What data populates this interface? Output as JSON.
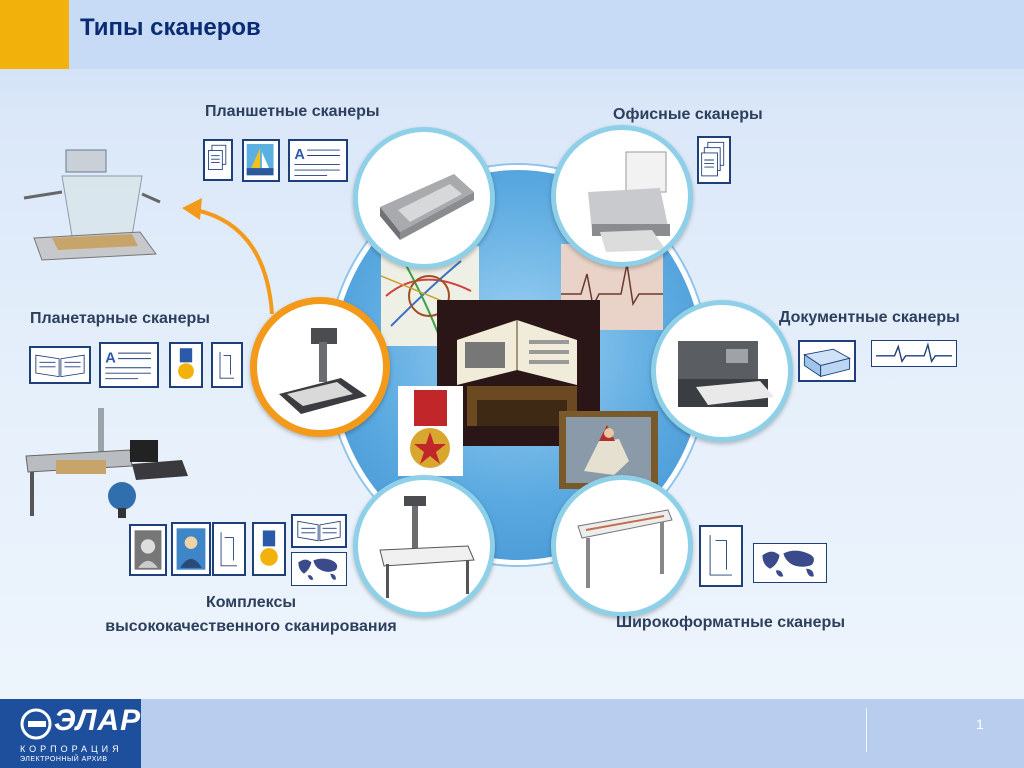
{
  "slide": {
    "title": "Типы сканеров",
    "page_number": "1"
  },
  "categories": {
    "flatbed": "Планшетные сканеры",
    "office": "Офисные сканеры",
    "planetary": "Планетарные сканеры",
    "document": "Документные сканеры",
    "complex_line1": "Комплексы",
    "complex_line2": "высококачественного сканирования",
    "wide": "Широкоформатные сканеры"
  },
  "logo": {
    "name": "ЭЛАР",
    "line1": "КОРПОРАЦИЯ",
    "line2": "ЭЛЕКТРОННЫЙ АРХИВ"
  },
  "colors": {
    "title": "#0b2c74",
    "accent": "#f3b10b",
    "selected_ring": "#f39a1a",
    "ring": "#8fd0e9"
  },
  "icons": [
    "document-stack-icon",
    "sailboat-picture-icon",
    "text-page-icon",
    "open-book-icon",
    "medal-icon",
    "technical-drawing-icon",
    "portrait-icon",
    "mona-lisa-icon",
    "world-map-icon",
    "ecg-chart-icon",
    "paper-stack-icon"
  ]
}
